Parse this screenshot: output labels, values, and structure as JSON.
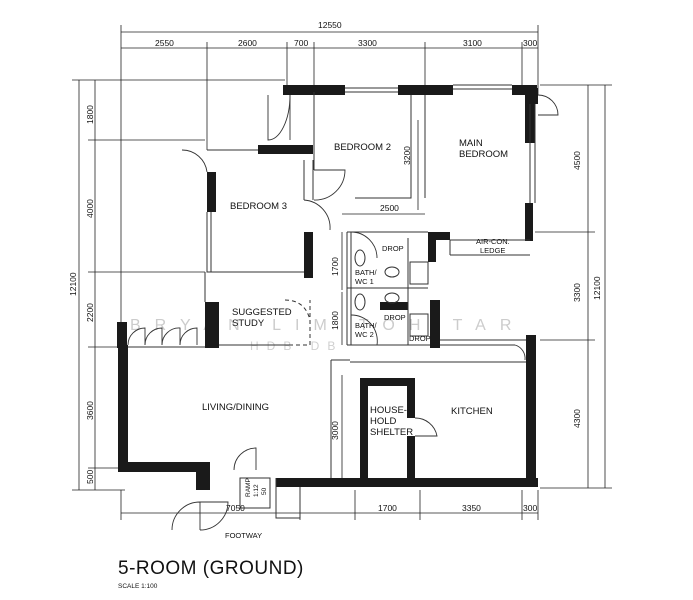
{
  "plan": {
    "title": "5-ROOM (GROUND)",
    "scale_label": "SCALE 1:100",
    "watermark_line1": "BRYAN LIM TOH TAR",
    "watermark_line2": "HDB DB"
  },
  "rooms": {
    "bedroom2": "BEDROOM 2",
    "main_bedroom_line1": "MAIN",
    "main_bedroom_line2": "BEDROOM",
    "bedroom3": "BEDROOM 3",
    "study_line1": "SUGGESTED",
    "study_line2": "STUDY",
    "living": "LIVING/DINING",
    "kitchen": "KITCHEN",
    "shelter_line1": "HOUSE-",
    "shelter_line2": "HOLD",
    "shelter_line3": "SHELTER",
    "bath1_line1": "BATH/",
    "bath1_line2": "WC 1",
    "bath2_line1": "BATH/",
    "bath2_line2": "WC 2",
    "aircon_line1": "AIR-CON.",
    "aircon_line2": "LEDGE",
    "footway": "FOOTWAY"
  },
  "labels": {
    "drop1": "DROP",
    "drop2": "DROP",
    "drop3": "DROP",
    "ramp": "RAMP",
    "ramp_value": "1:12",
    "ramp_50": "50"
  },
  "dimensions": {
    "top_total": "12550",
    "top_1": "2550",
    "top_2": "2600",
    "top_3": "700",
    "top_4": "3300",
    "top_5": "3100",
    "top_6": "300",
    "left_total": "12100",
    "left_1": "1800",
    "left_2": "4000",
    "left_3": "2200",
    "left_4": "3600",
    "left_5": "500",
    "right_total": "12100",
    "right_1": "4500",
    "right_2": "3300",
    "right_3": "4300",
    "bottom_1": "7050",
    "bottom_2": "1700",
    "bottom_3": "3350",
    "bottom_4": "300",
    "inner_3200": "3200",
    "inner_2500": "2500",
    "inner_1700": "1700",
    "inner_1800": "1800",
    "inner_3000": "3000"
  }
}
